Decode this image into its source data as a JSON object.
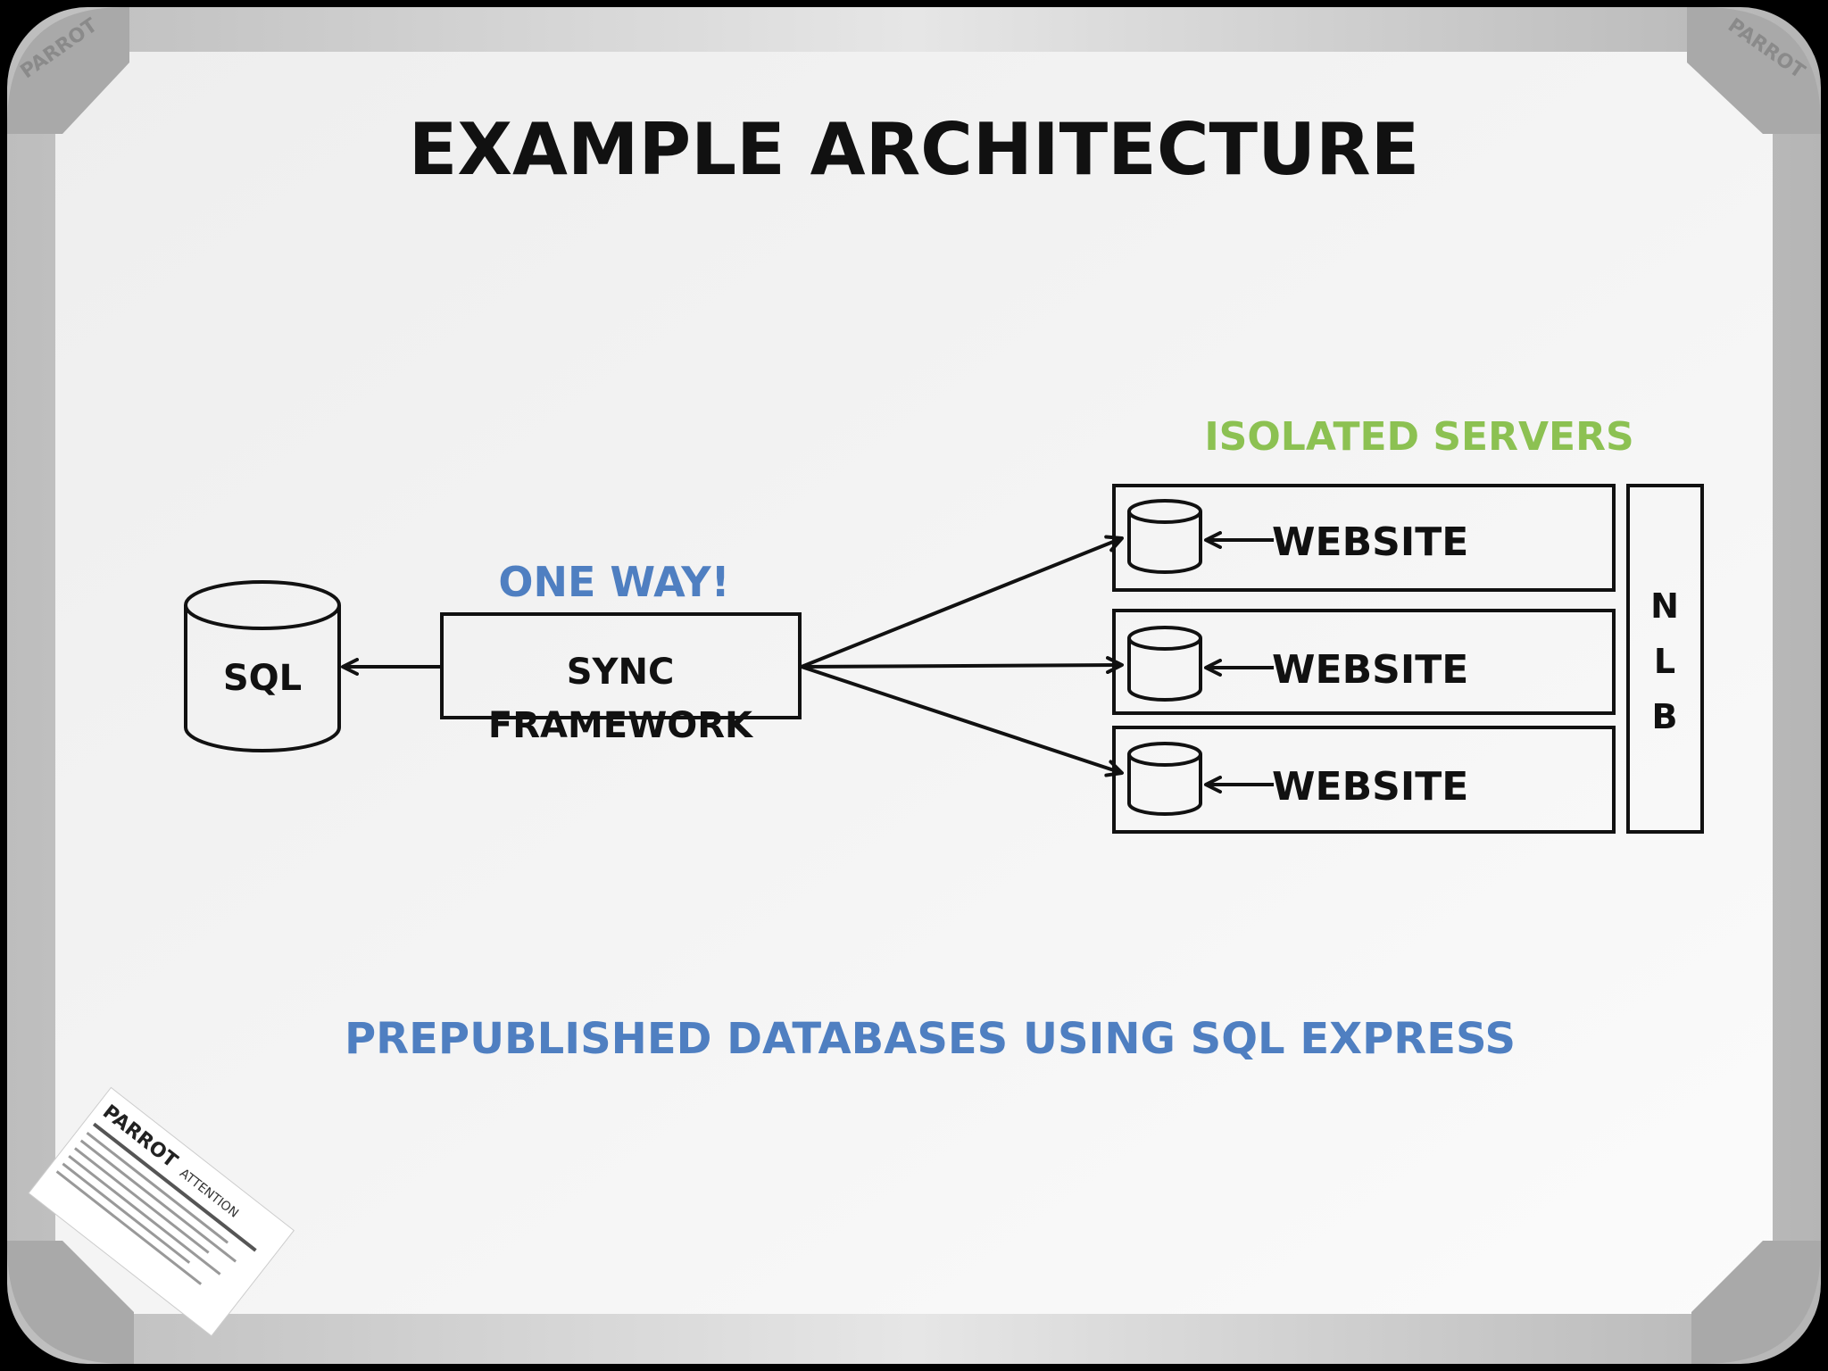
{
  "title": "Example Architecture",
  "colors": {
    "ink": "#111111",
    "blue": "#4f7fc1",
    "green": "#8cc152",
    "board": "#f1f1f1",
    "frame": "#c9c9c9"
  },
  "diagram": {
    "sql_label": "SQL",
    "sync_label_line1": "Sync",
    "sync_label_line2": "Framework",
    "one_way_label": "One Way!",
    "isolated_servers_label": "Isolated Servers",
    "website_labels": [
      "Website",
      "Website",
      "Website"
    ],
    "nlb_letters": [
      "N",
      "L",
      "B"
    ],
    "caption": "Prepublished databases using SQL Express"
  },
  "frame": {
    "brand": "PARROT",
    "sticker_heading": "ATTENTION"
  }
}
